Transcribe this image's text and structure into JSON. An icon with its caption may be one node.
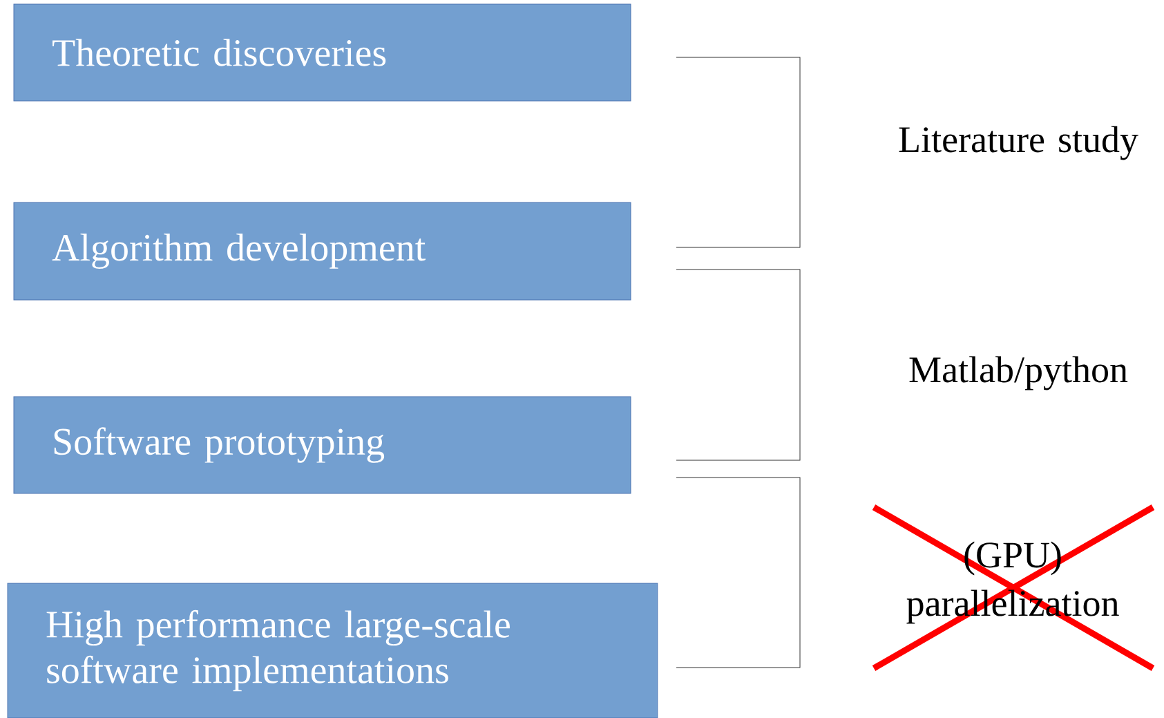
{
  "diagram": {
    "nodes": [
      {
        "text": [
          "Theoretic discoveries"
        ]
      },
      {
        "text": [
          "Algorithm development"
        ]
      },
      {
        "text": [
          "Software prototyping"
        ]
      },
      {
        "text": [
          "High performance large-scale software implementations"
        ]
      }
    ],
    "labels": [
      "Literature study",
      "Matlab/python",
      "(GPU) parallelization"
    ]
  }
}
